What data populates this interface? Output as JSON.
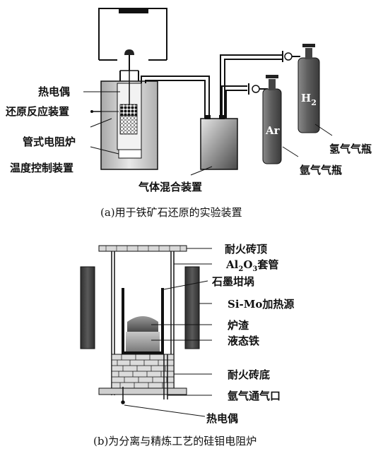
{
  "figure_a": {
    "caption": "(a)用于铁矿石还原的实验装置",
    "labels": {
      "thermocouple": "热电偶",
      "reduction_device": "还原反应装置",
      "tube_furnace": "管式电阻炉",
      "temp_control": "温度控制装置",
      "gas_mixer": "气体混合装置",
      "ar_label": "Ar",
      "argon_cylinder": "氩气气瓶",
      "h2_label": "H",
      "h2_sub": "2",
      "hydrogen_cylinder": "氢气气瓶"
    }
  },
  "figure_b": {
    "caption": "(b)为分离与精炼工艺的硅钼电阻炉",
    "labels": {
      "refractory_top": "耐火砖顶",
      "tube_al": "Al",
      "tube_sub2": "2",
      "tube_o": "O",
      "tube_sub3": "3",
      "tube_rest": "套管",
      "crucible": "石墨坩埚",
      "heater": "Si-Mo加热源",
      "slag": "炉渣",
      "molten_iron": "液态铁",
      "refractory_bottom": "耐火砖底",
      "argon_inlet": "氩气通气口",
      "thermocouple": "热电偶"
    }
  }
}
